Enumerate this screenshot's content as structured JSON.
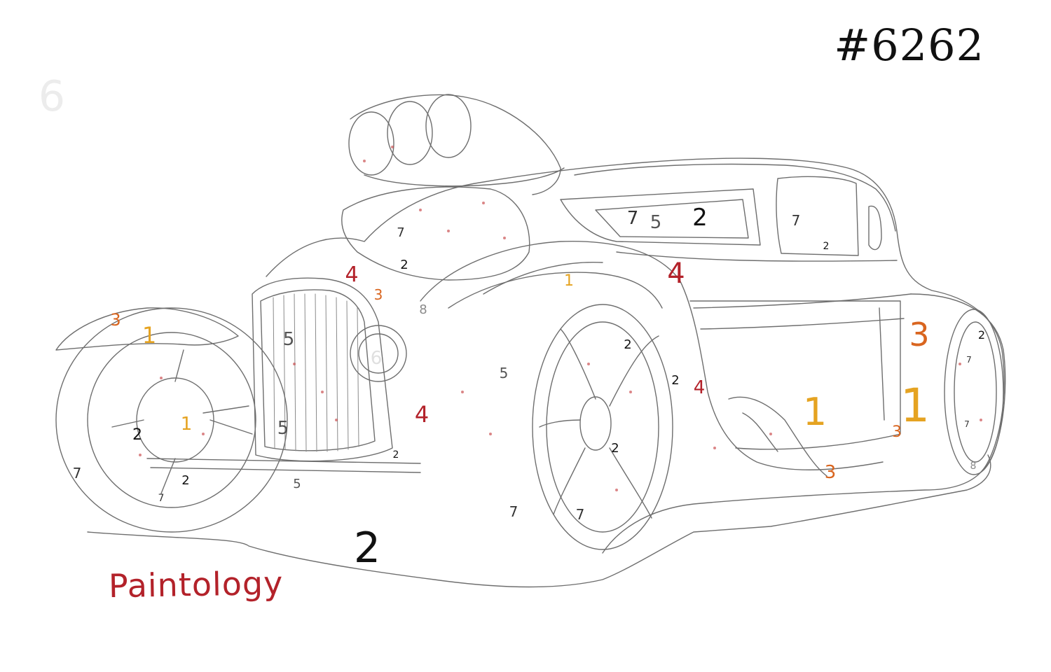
{
  "serial": "#6262",
  "brand": "Paintology",
  "palette": {
    "1": "#e5a321",
    "2": "#111111",
    "3": "#d9651f",
    "4": "#b3222a",
    "5": "#555555",
    "6": "#d3d3d3",
    "7": "#333333",
    "8": "#8a8a8a"
  },
  "region_numbers": [
    {
      "n": "6"
    },
    {
      "n": "4"
    },
    {
      "n": "3"
    },
    {
      "n": "1"
    },
    {
      "n": "5"
    },
    {
      "n": "4"
    },
    {
      "n": "3"
    },
    {
      "n": "1"
    },
    {
      "n": "7"
    },
    {
      "n": "2"
    },
    {
      "n": "7"
    },
    {
      "n": "5"
    },
    {
      "n": "2"
    },
    {
      "n": "4"
    },
    {
      "n": "1"
    },
    {
      "n": "3"
    },
    {
      "n": "3"
    },
    {
      "n": "2"
    },
    {
      "n": "5"
    },
    {
      "n": "4"
    },
    {
      "n": "1"
    },
    {
      "n": "3"
    },
    {
      "n": "1"
    },
    {
      "n": "2"
    },
    {
      "n": "5"
    },
    {
      "n": "7"
    },
    {
      "n": "5"
    },
    {
      "n": "2"
    },
    {
      "n": "7"
    },
    {
      "n": "2"
    },
    {
      "n": "2"
    },
    {
      "n": "2"
    },
    {
      "n": "7"
    },
    {
      "n": "8"
    },
    {
      "n": "6"
    },
    {
      "n": "7"
    },
    {
      "n": "7"
    },
    {
      "n": "2"
    },
    {
      "n": "7"
    },
    {
      "n": "8"
    },
    {
      "n": "2"
    },
    {
      "n": "7"
    },
    {
      "n": "2"
    }
  ]
}
